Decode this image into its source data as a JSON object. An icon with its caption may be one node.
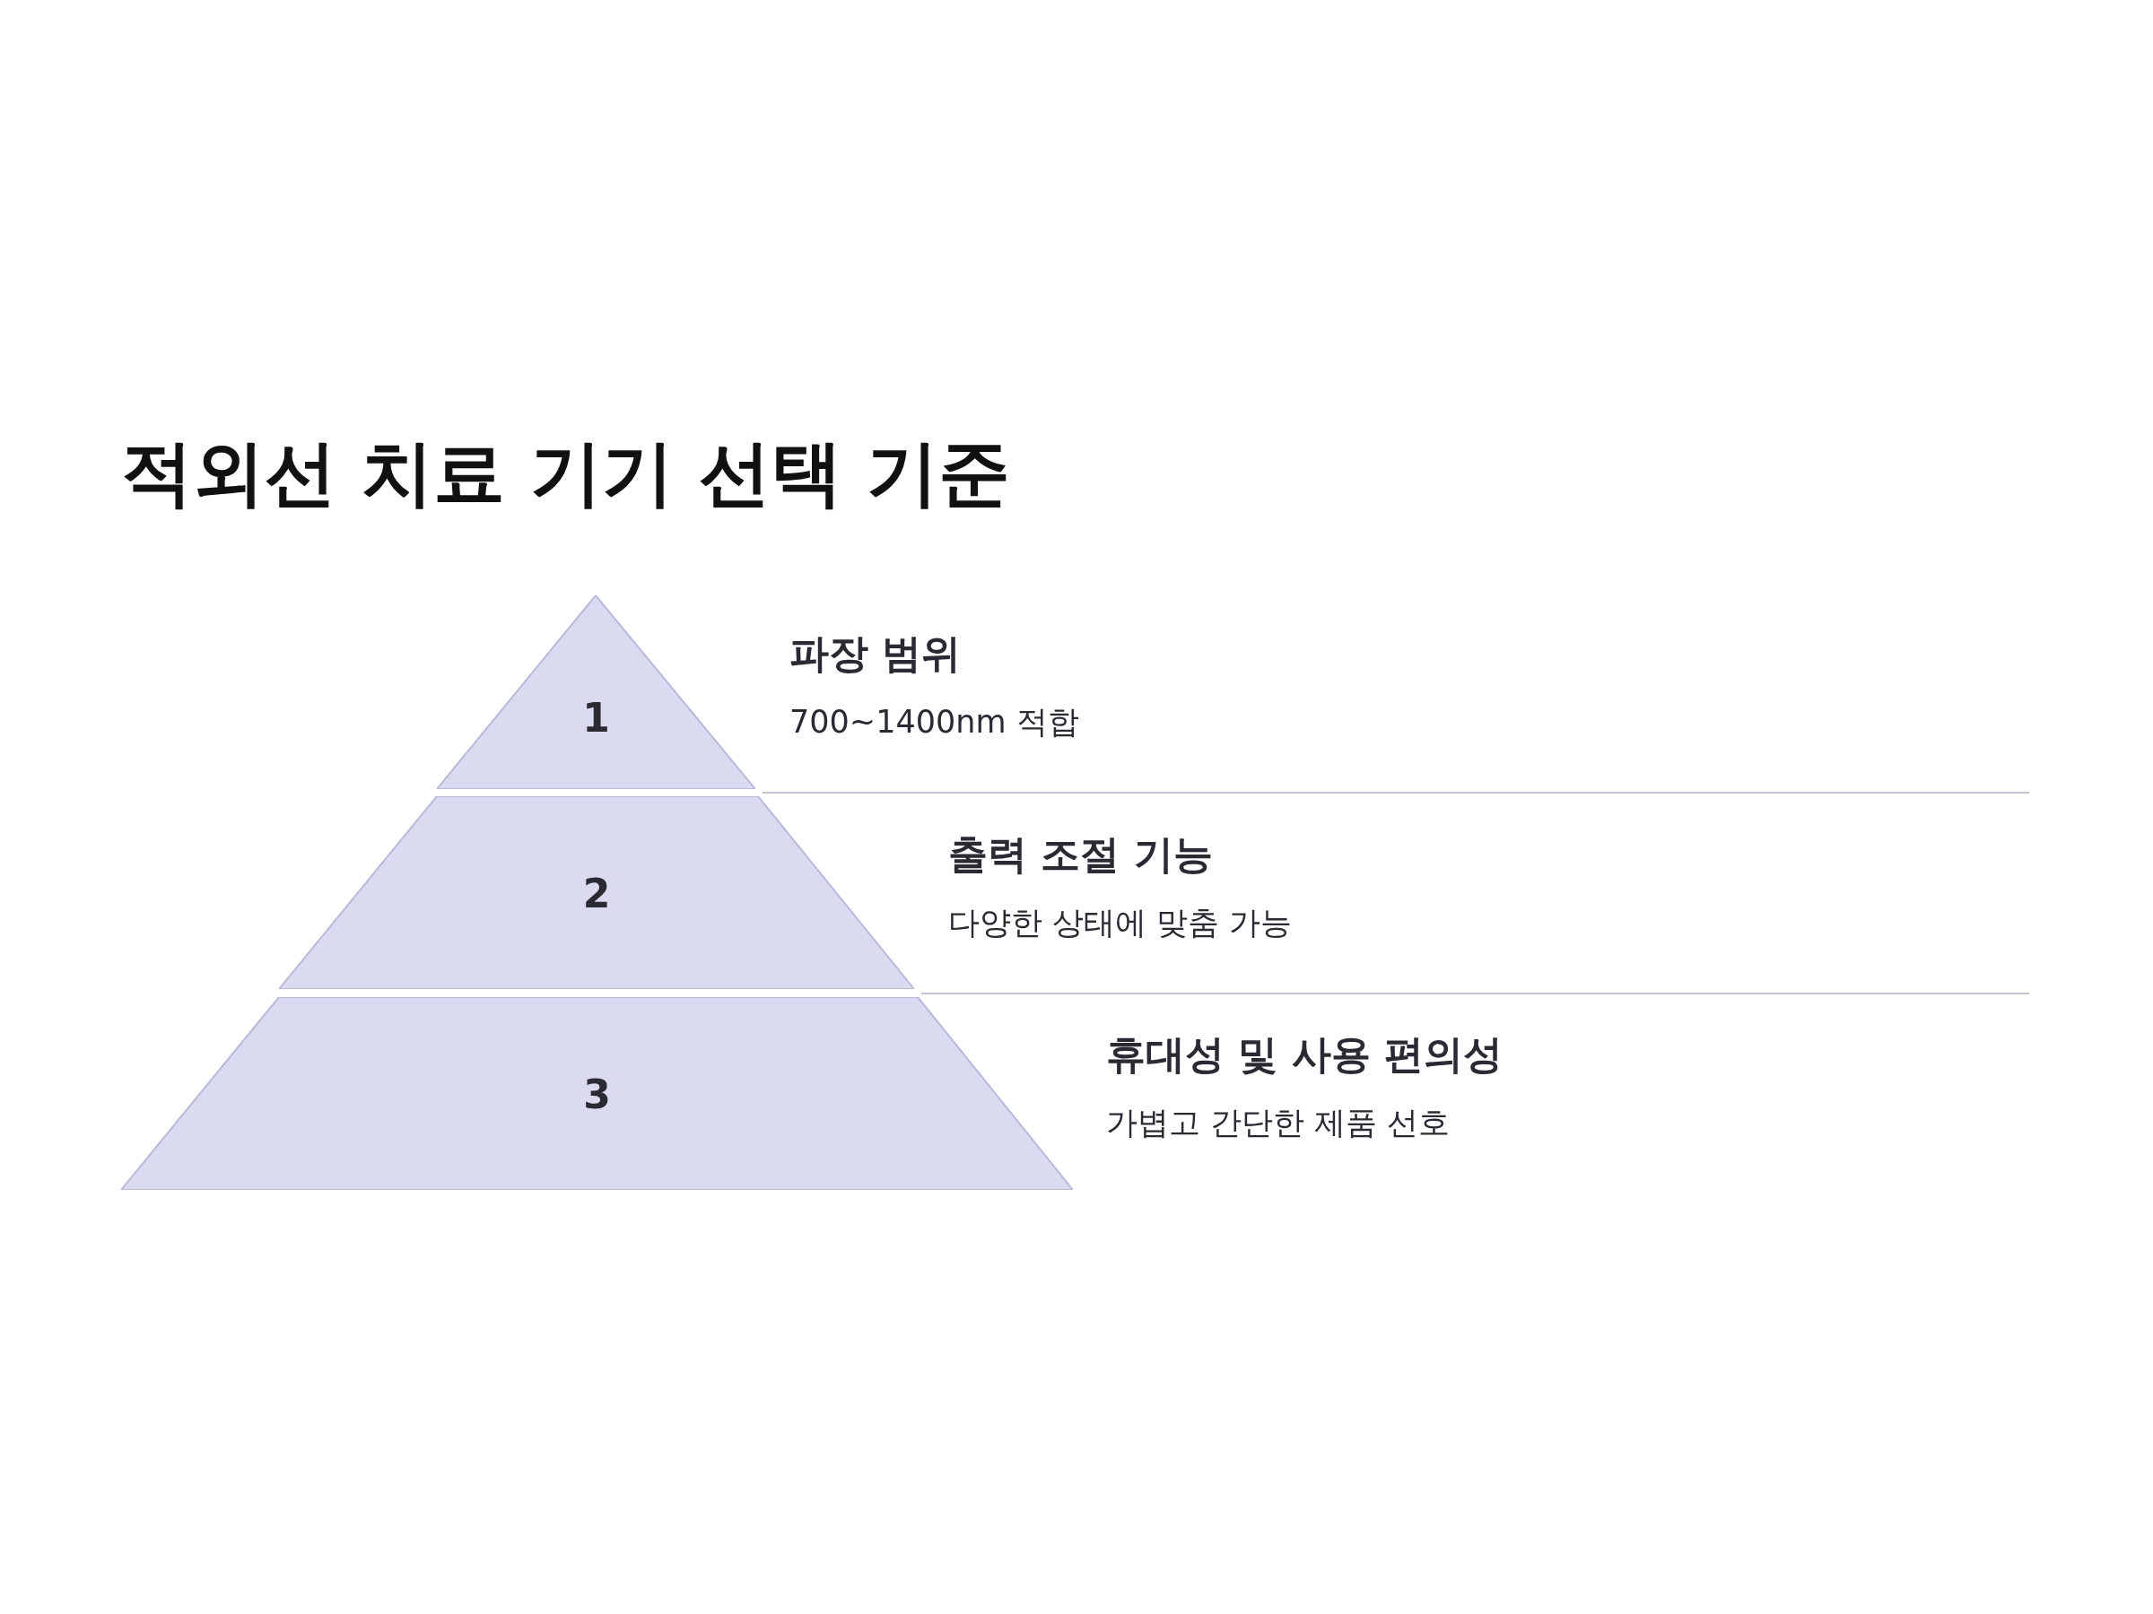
{
  "diagram": {
    "title": "적외선 치료 기기 선택 기준",
    "nodes": [
      {
        "text": [
          "1"
        ],
        "beside": [
          "파장 범위",
          "700~1400nm 적합"
        ]
      },
      {
        "text": [
          "2"
        ],
        "beside": [
          "출력 조절 기능",
          "다양한 상태에 맞춤 가능"
        ]
      },
      {
        "text": [
          "3"
        ],
        "beside": [
          "휴대성 및 사용 편의성",
          "가볍고 간단한 제품 선호"
        ]
      }
    ]
  }
}
